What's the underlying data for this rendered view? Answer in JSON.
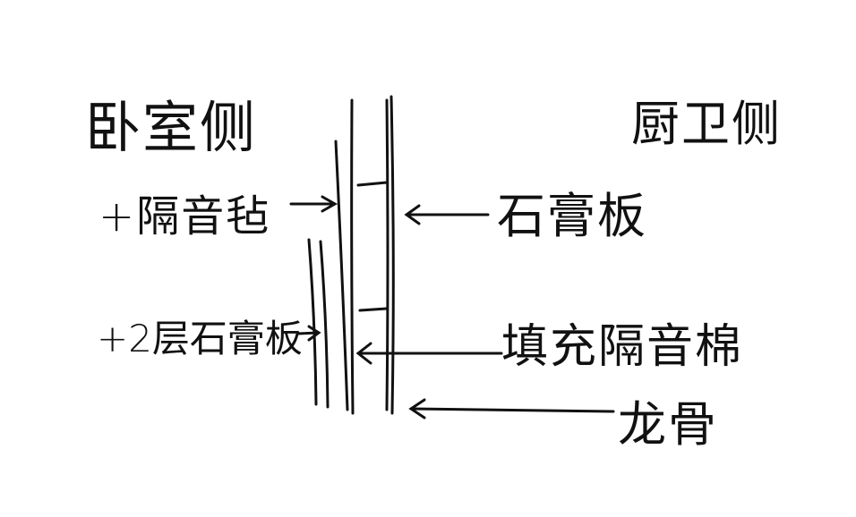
{
  "sides": {
    "left": "卧室侧",
    "right": "厨卫侧"
  },
  "labels": {
    "felt": "+隔音毡",
    "gypsum_board": "石膏板",
    "double_gypsum": "+2层石膏板",
    "insulation": "填充隔音棉",
    "keel": "龙骨"
  },
  "colors": {
    "ink": "#111111",
    "background": "#ffffff"
  }
}
